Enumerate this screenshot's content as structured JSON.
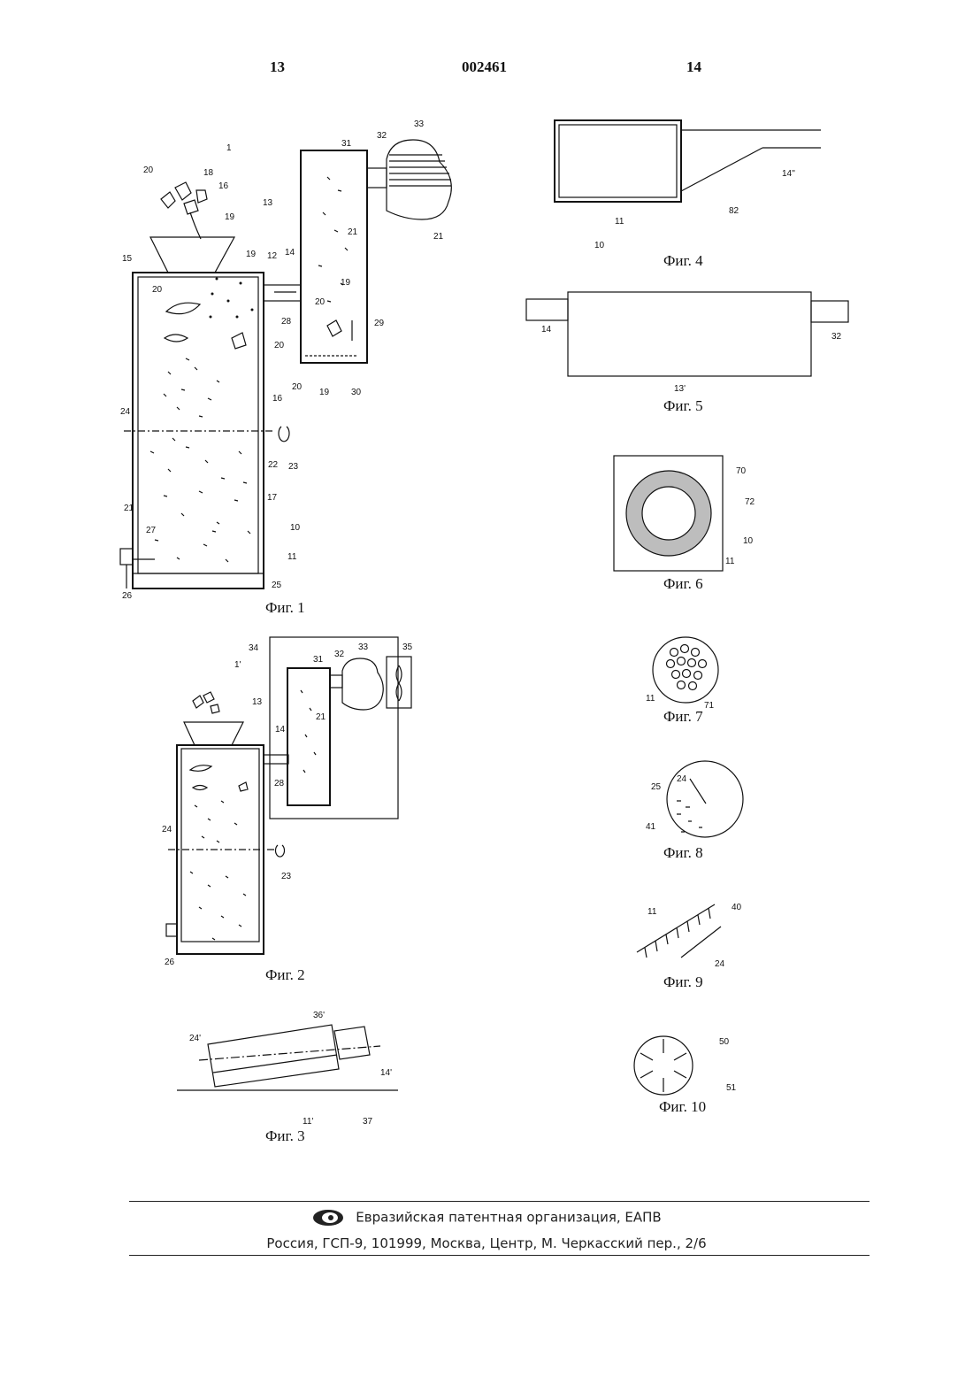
{
  "header": {
    "page_left": "13",
    "doc_number": "002461",
    "page_right": "14"
  },
  "figures": {
    "fig1": {
      "caption": "Фиг. 1",
      "labels": [
        "1",
        "20",
        "18",
        "16",
        "19",
        "15",
        "19",
        "12",
        "14",
        "13",
        "31",
        "32",
        "33",
        "21",
        "20",
        "28",
        "20",
        "19",
        "29",
        "21",
        "20",
        "16",
        "24",
        "23",
        "22",
        "17",
        "21",
        "10",
        "27",
        "11",
        "25",
        "26",
        "20",
        "19",
        "30"
      ]
    },
    "fig2": {
      "caption": "Фиг. 2",
      "labels": [
        "34",
        "1'",
        "31",
        "32",
        "33",
        "35",
        "13",
        "21",
        "14",
        "28",
        "24",
        "23",
        "26"
      ]
    },
    "fig3": {
      "caption": "Фиг. 3",
      "labels": [
        "36'",
        "24'",
        "14'",
        "11'",
        "37"
      ]
    },
    "fig4": {
      "caption": "Фиг. 4",
      "labels": [
        "14''",
        "82",
        "11",
        "10"
      ]
    },
    "fig5": {
      "caption": "Фиг. 5",
      "labels": [
        "14",
        "32",
        "13'"
      ]
    },
    "fig6": {
      "caption": "Фиг. 6",
      "labels": [
        "70",
        "72",
        "10",
        "11"
      ]
    },
    "fig7": {
      "caption": "Фиг. 7",
      "labels": [
        "11",
        "71"
      ]
    },
    "fig8": {
      "caption": "Фиг. 8",
      "labels": [
        "24",
        "25",
        "41"
      ]
    },
    "fig9": {
      "caption": "Фиг. 9",
      "labels": [
        "11",
        "40",
        "24"
      ]
    },
    "fig10": {
      "caption": "Фиг. 10",
      "labels": [
        "50",
        "51"
      ]
    }
  },
  "footer": {
    "org": "Евразийская патентная организация, ЕАПВ",
    "address": "Россия, ГСП-9, 101999, Москва, Центр, М. Черкасский пер., 2/6",
    "logo_icon": "eapo-logo-icon"
  }
}
